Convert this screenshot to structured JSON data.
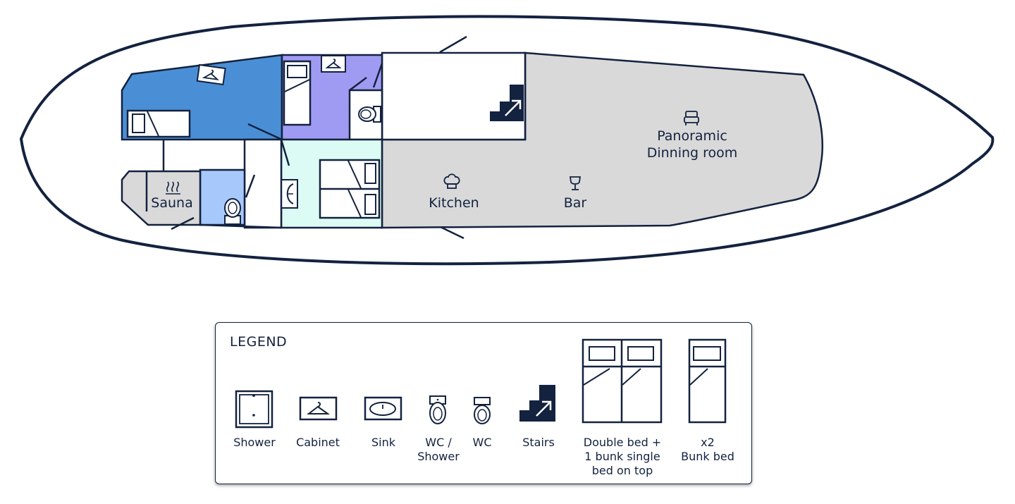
{
  "rooms": {
    "dining": "Panoramic\nDinning room",
    "dining_line1": "Panoramic",
    "dining_line2": "Dinning room",
    "kitchen": "Kitchen",
    "bar": "Bar",
    "sauna": "Sauna"
  },
  "legend": {
    "title": "LEGEND",
    "items": [
      {
        "label": "Shower"
      },
      {
        "label": "Cabinet"
      },
      {
        "label": "Sink"
      },
      {
        "label": "WC /\nShower"
      },
      {
        "label": "WC"
      },
      {
        "label": "Stairs"
      },
      {
        "label": "Double bed +\n1 bunk single\nbed on top"
      },
      {
        "label": "x2\nBunk bed"
      }
    ]
  },
  "colors": {
    "outline": "#13223f",
    "cabin_blue": "#4a8fd6",
    "cabin_purple": "#a09bf2",
    "cabin_mint": "#dcfbf4",
    "wc_blue": "#a7c8fb",
    "common_grey": "#d9d9d9",
    "sauna_grey": "#d9d9d9"
  }
}
